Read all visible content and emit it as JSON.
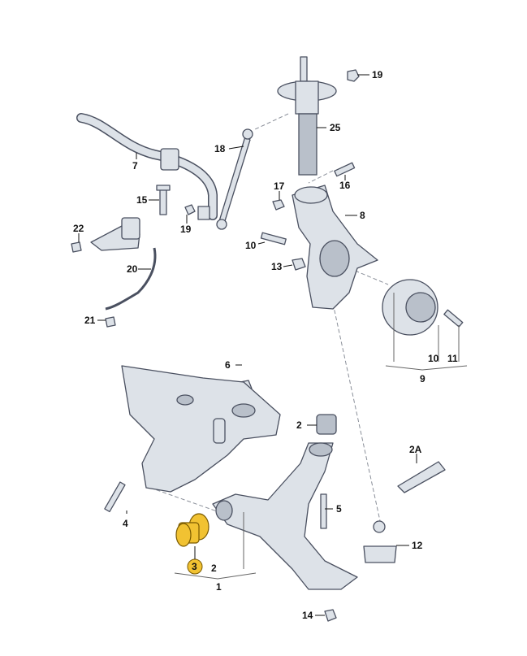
{
  "title": "Front suspension exploded parts diagram",
  "colors": {
    "part": "#dde2e8",
    "outline": "#4a5060",
    "highlight": "#f1c232"
  },
  "labels": {
    "l19a": "19",
    "l25": "25",
    "l18": "18",
    "l7": "7",
    "l16": "16",
    "l17": "17",
    "l8": "8",
    "l15": "15",
    "l19b": "19",
    "l22": "22",
    "l10a": "10",
    "l13": "13",
    "l20": "20",
    "l21": "21",
    "l10b": "10",
    "l11": "11",
    "l9": "9",
    "l6": "6",
    "l2a": "2",
    "l2A": "2A",
    "l5": "5",
    "l4": "4",
    "l12": "12",
    "l3": "3",
    "l2b": "2",
    "l1": "1",
    "l14": "14"
  }
}
